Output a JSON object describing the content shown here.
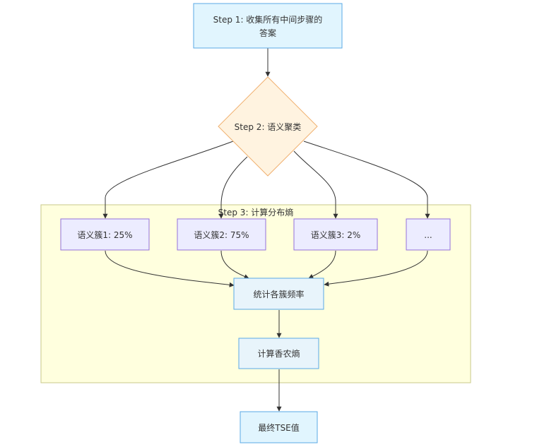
{
  "colors": {
    "blue_fill": "#e1f5fe",
    "blue_stroke": "#5aa9e6",
    "orange_fill": "#fff3e0",
    "orange_stroke": "#f0b070",
    "purple_fill": "#ececff",
    "purple_stroke": "#9370db",
    "light_blue_fill": "#e8f4fb",
    "cluster_fill": "#ffffde",
    "cluster_stroke": "#c9c98a",
    "edge": "#333333"
  },
  "step1": {
    "line1": "Step 1: 收集所有中间步骤的",
    "line2": "答案"
  },
  "step2": {
    "label": "Step 2: 语义聚类"
  },
  "step3": {
    "label": "Step 3: 计算分布熵"
  },
  "clusters": [
    {
      "label": "语义簇1: 25%"
    },
    {
      "label": "语义簇2: 75%"
    },
    {
      "label": "语义簇3: 2%"
    },
    {
      "label": "..."
    }
  ],
  "count_node": {
    "label": "统计各簇频率"
  },
  "entropy_node": {
    "label": "计算香农熵"
  },
  "final_node": {
    "label": "最终TSE值"
  }
}
